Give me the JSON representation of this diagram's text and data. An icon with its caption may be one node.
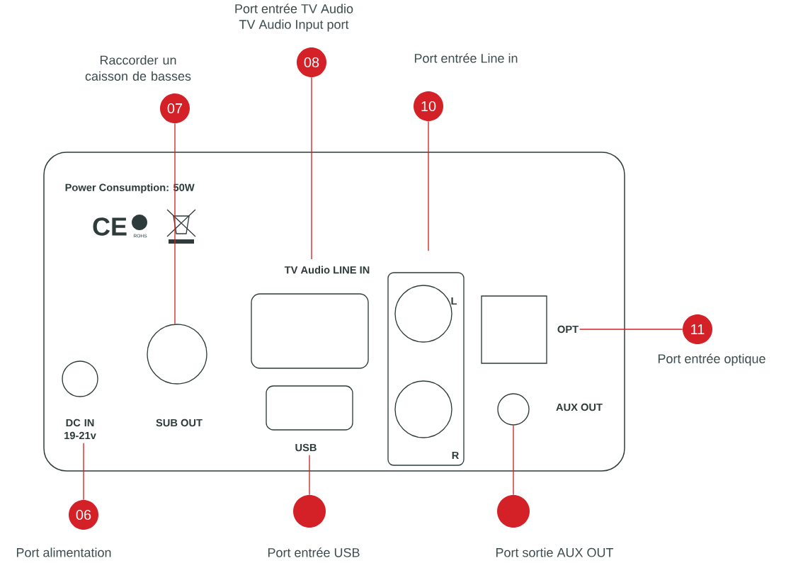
{
  "diagram": {
    "nodes": [
      {
        "text": [
          "Power Consumption: 50W"
        ]
      },
      {
        "text": [
          "07"
        ],
        "beside": [
          "Raccorder un caisson de basses"
        ]
      },
      {
        "text": [
          "08"
        ],
        "beside": [
          "Port entrée TV Audio",
          "TV Audio Input port"
        ]
      },
      {
        "text": [
          "10"
        ],
        "beside": [
          "Port entrée Line in"
        ]
      },
      {
        "text": [
          "TV Audio LINE IN"
        ],
        "in": 0
      },
      {
        "text": [
          "L",
          "R"
        ],
        "in": 0
      },
      {
        "text": [
          "OPT"
        ],
        "in": 0
      },
      {
        "text": [
          "DC IN 19-21v"
        ],
        "in": 0
      },
      {
        "text": [
          "SUB OUT"
        ],
        "in": 0
      },
      {
        "text": [
          "USB"
        ],
        "in": 0
      },
      {
        "text": [
          "AUX OUT"
        ],
        "in": 0
      },
      {
        "text": [
          "11"
        ],
        "beside": [
          "Port entrée optique"
        ]
      },
      {
        "text": [
          "06"
        ],
        "beside": [
          "Port alimentation"
        ]
      },
      {
        "text": [],
        "shape": "circle",
        "beside": [
          "Port entrée USB"
        ]
      },
      {
        "text": [],
        "shape": "circle",
        "beside": [
          "Port sortie AUX OUT"
        ]
      }
    ],
    "edges": [
      {
        "from": 1,
        "to": 8,
        "arrow": "none"
      },
      {
        "from": 2,
        "to": 4,
        "arrow": "none"
      },
      {
        "from": 3,
        "to": 5,
        "arrow": "none"
      },
      {
        "from": 11,
        "to": 6,
        "arrow": "none"
      },
      {
        "from": 12,
        "to": 7,
        "arrow": "none"
      },
      {
        "from": 13,
        "to": 9,
        "arrow": "none"
      },
      {
        "from": 14,
        "to": 10,
        "arrow": "none"
      }
    ],
    "labels": [
      "CE",
      "ROHS"
    ]
  }
}
